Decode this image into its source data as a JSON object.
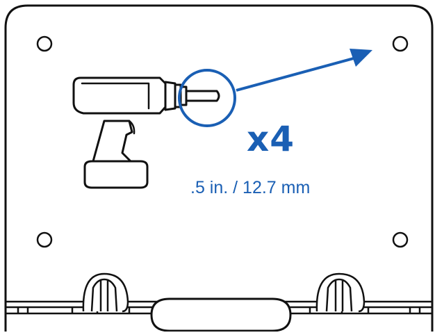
{
  "instruction": {
    "quantity": "x4",
    "drill_bit_size": ".5 in. / 12.7 mm"
  },
  "colors": {
    "accent": "#1a5fb4",
    "line": "#111111",
    "background": "#ffffff"
  },
  "icons": [
    "drill-icon",
    "drill-bit-callout-circle",
    "arrow-icon",
    "mounting-hole-icon"
  ]
}
